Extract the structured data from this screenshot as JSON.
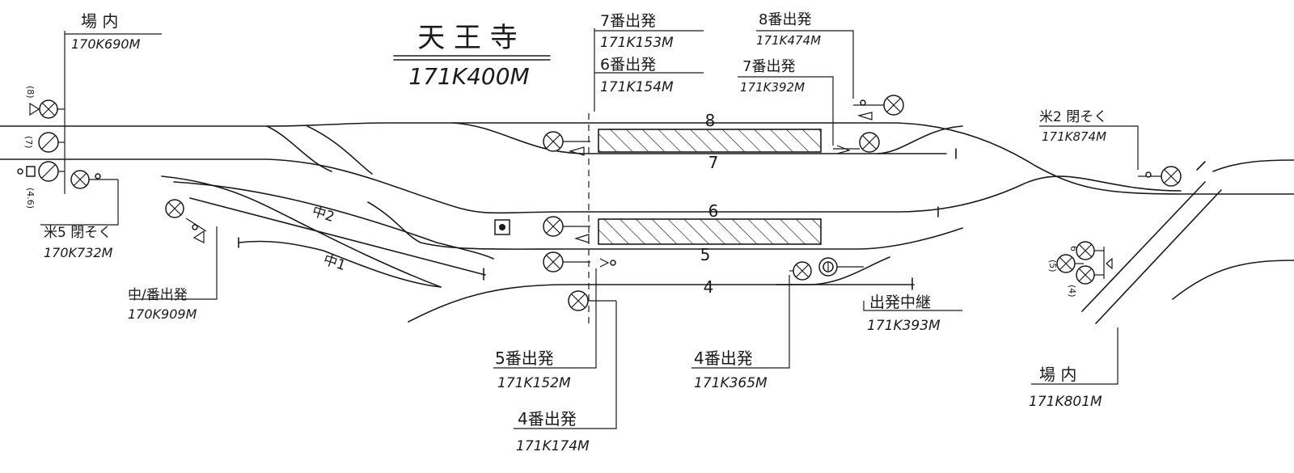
{
  "station": {
    "name": "天 王 寺",
    "km": "171K400M"
  },
  "labels": {
    "jonai_left": {
      "name": "場 内",
      "km": "170K690M"
    },
    "enpo5": {
      "name": "米5 閉そく",
      "km": "170K732M"
    },
    "naka1": {
      "name": "中/番出発",
      "km": "170K909M"
    },
    "dep7": {
      "name": "7番出発",
      "km": "171K153M"
    },
    "dep6": {
      "name": "6番出発",
      "km": "171K154M"
    },
    "dep8": {
      "name": "8番出発",
      "km": "171K474M"
    },
    "dep7b": {
      "name": "7番出発",
      "km": "171K392M"
    },
    "enpo2": {
      "name": "米2 閉そく",
      "km": "171K874M"
    },
    "dep5": {
      "name": "5番出発",
      "km": "171K152M"
    },
    "dep4a": {
      "name": "4番出発",
      "km": "171K174M"
    },
    "dep4b": {
      "name": "4番出発",
      "km": "171K365M"
    },
    "relay": {
      "name": "出発中継",
      "km": "171K393M"
    },
    "jonai_right": {
      "name": "場 内",
      "km": "171K801M"
    }
  },
  "tracks": {
    "t8": "8",
    "t7": "7",
    "t6": "6",
    "t5": "5",
    "t4": "4",
    "n2": "中2",
    "n1": "中1"
  },
  "signal_marks": {
    "m8": "(8)",
    "m7": "(7)",
    "m46": "(4.6)",
    "m5": "(5)",
    "m6": "6",
    "m4": "(4)"
  }
}
